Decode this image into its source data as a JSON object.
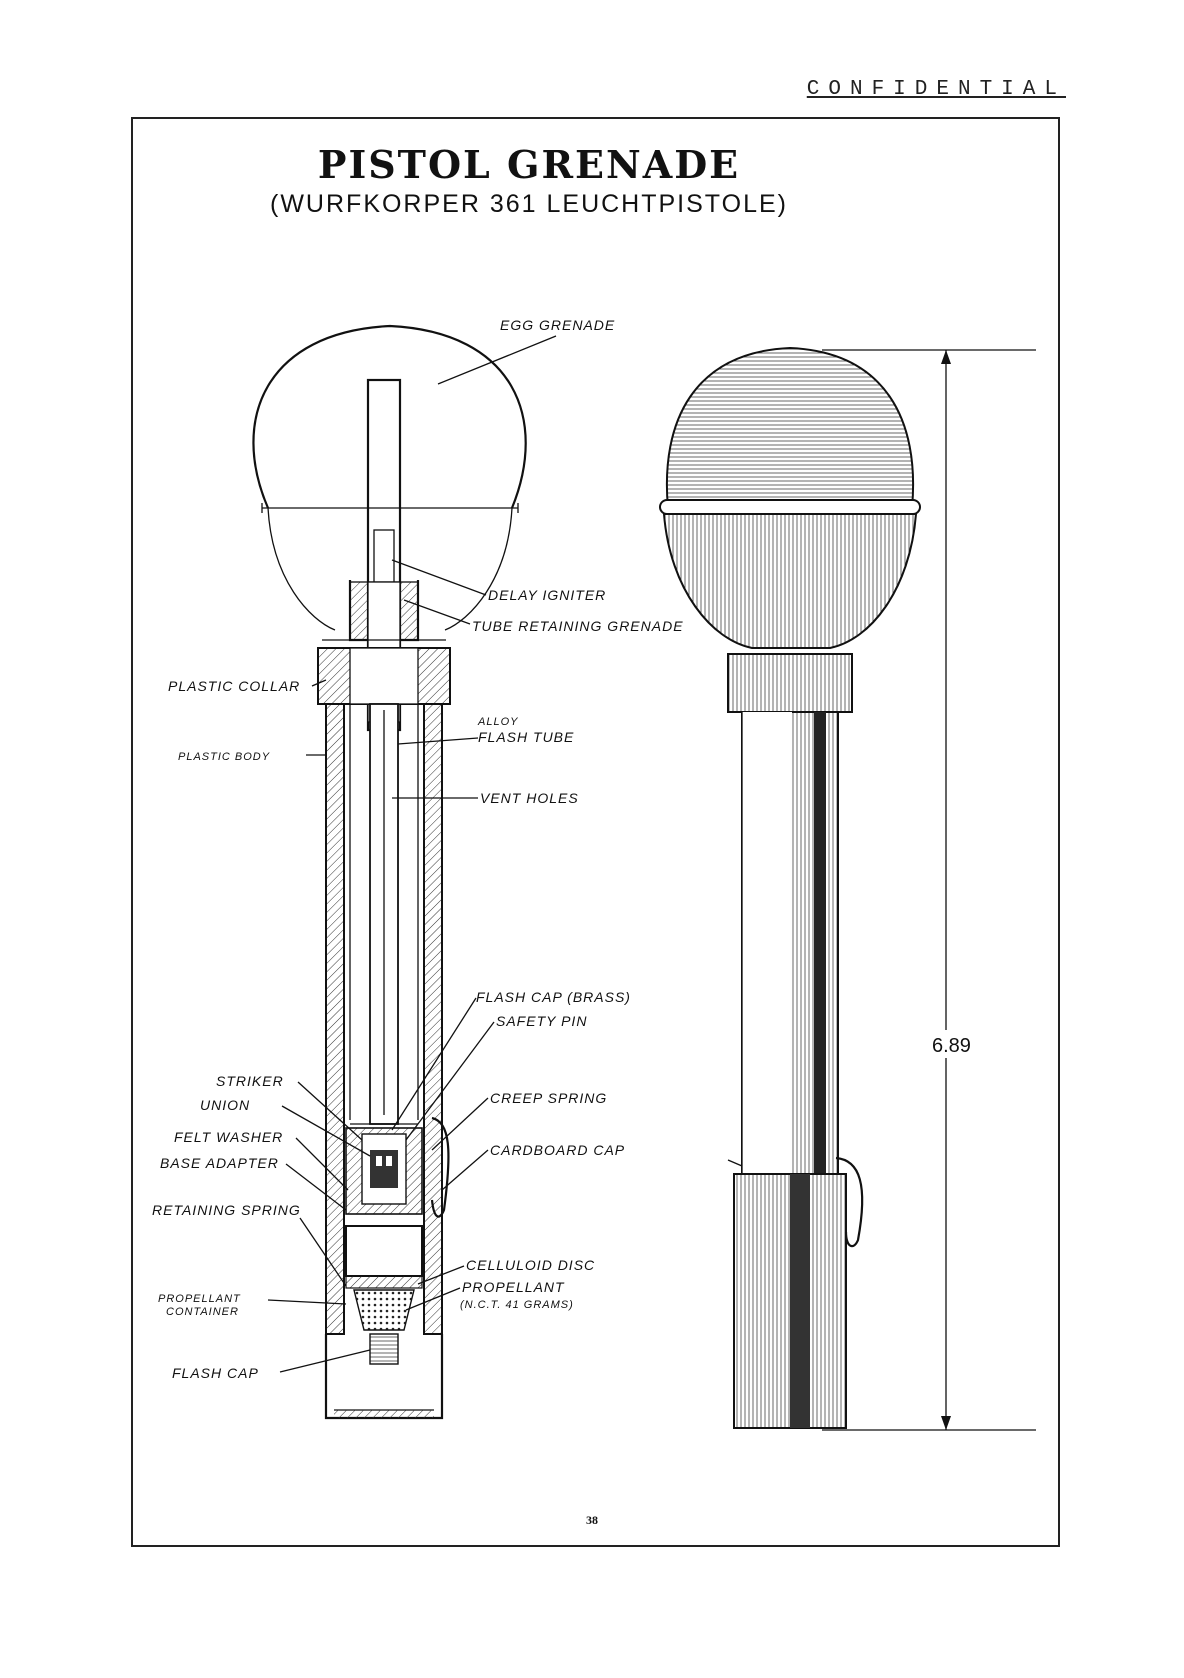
{
  "header": {
    "confidential": "CONFIDENTIAL"
  },
  "title": "PISTOL GRENADE",
  "subtitle": "(WURFKORPER 361 LEUCHTPISTOLE)",
  "labels": {
    "egg_grenade": "EGG GRENADE",
    "delay_igniter": "DELAY IGNITER",
    "tube_retaining": "TUBE RETAINING GRENADE",
    "plastic_collar": "PLASTIC COLLAR",
    "alloy": "ALLOY",
    "flash_tube": "FLASH TUBE",
    "plastic_body": "PLASTIC BODY",
    "vent_holes": "VENT HOLES",
    "flash_cap_brass": "FLASH CAP (BRASS)",
    "safety_pin": "SAFETY PIN",
    "striker": "STRIKER",
    "union": "UNION",
    "creep_spring": "CREEP SPRING",
    "felt_washer": "FELT WASHER",
    "cardboard_cap": "CARDBOARD CAP",
    "base_adapter": "BASE ADAPTER",
    "retaining_spring": "RETAINING SPRING",
    "celluloid_disc": "CELLULOID DISC",
    "propellant_container_1": "PROPELLANT",
    "propellant_container_2": "CONTAINER",
    "propellant": "PROPELLANT",
    "propellant_note": "(N.C.T. 41 GRAMS)",
    "flash_cap": "FLASH CAP"
  },
  "dimension": "6.89",
  "page_number": "38"
}
